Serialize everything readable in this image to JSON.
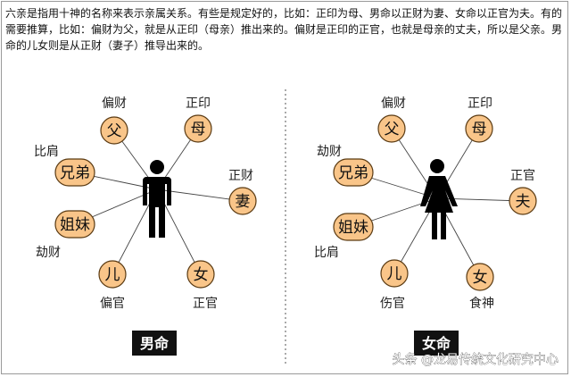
{
  "intro": "六亲是指用十神的名称来表示亲属关系。有些是规定好的，比如：正印为母、男命以正财为妻、女命以正官为夫。有的需要推算，比如：偏财为父，就是从正印（母亲）推出来的。偏财是正印的正官，也就是母亲的丈夫，所以是父亲。男命的儿女则是从正财（妻子）推导出来的。",
  "colors": {
    "node_fill": "#f9c589",
    "node_stroke": "#5a3a12",
    "label_bg": "#111111"
  },
  "male": {
    "label": "男命",
    "figure": "male-figure-icon",
    "nodes": [
      {
        "id": "father",
        "name": "父",
        "role": "偏财"
      },
      {
        "id": "mother",
        "name": "母",
        "role": "正印"
      },
      {
        "id": "brother",
        "name": "兄弟",
        "role": "比肩"
      },
      {
        "id": "wife",
        "name": "妻",
        "role": "正财"
      },
      {
        "id": "sister",
        "name": "姐妹",
        "role": "劫财"
      },
      {
        "id": "son",
        "name": "儿",
        "role": "偏官"
      },
      {
        "id": "daughter",
        "name": "女",
        "role": "正官"
      }
    ]
  },
  "female": {
    "label": "女命",
    "figure": "female-figure-icon",
    "nodes": [
      {
        "id": "father",
        "name": "父",
        "role": "偏财"
      },
      {
        "id": "mother",
        "name": "母",
        "role": "正印"
      },
      {
        "id": "brother",
        "name": "兄弟",
        "role": "劫财"
      },
      {
        "id": "husband",
        "name": "夫",
        "role": "正官"
      },
      {
        "id": "sister",
        "name": "姐妹",
        "role": "比肩"
      },
      {
        "id": "son",
        "name": "儿",
        "role": "伤官"
      },
      {
        "id": "daughter",
        "name": "女",
        "role": "食神"
      }
    ]
  },
  "watermark": "头条 @龙易传统文化研究中心"
}
